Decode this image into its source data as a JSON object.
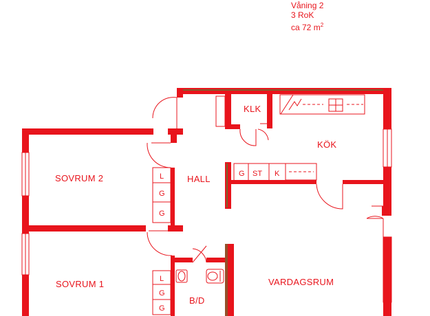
{
  "info": {
    "floor": "Våning 2",
    "rooms": "3 RoK",
    "area_prefix": "ca 72 m",
    "area_unit_sup": "2"
  },
  "rooms": {
    "klk": "KLK",
    "kok": "KÖK",
    "hall": "HALL",
    "sovrum2": "SOVRUM 2",
    "sovrum1": "SOVRUM 1",
    "vardagsrum": "VARDAGSRUM",
    "bd": "B/D"
  },
  "fixtures": {
    "wardrobe_s2": [
      "L",
      "G",
      "G"
    ],
    "wardrobe_s1": [
      "L",
      "G",
      "G"
    ],
    "hall_storage": [
      "G",
      "ST",
      "K"
    ]
  },
  "colors": {
    "wall": "#e8141c",
    "thin_line": "#e8141c",
    "wall_green_edge": "#2f9a3a",
    "background": "#ffffff"
  }
}
